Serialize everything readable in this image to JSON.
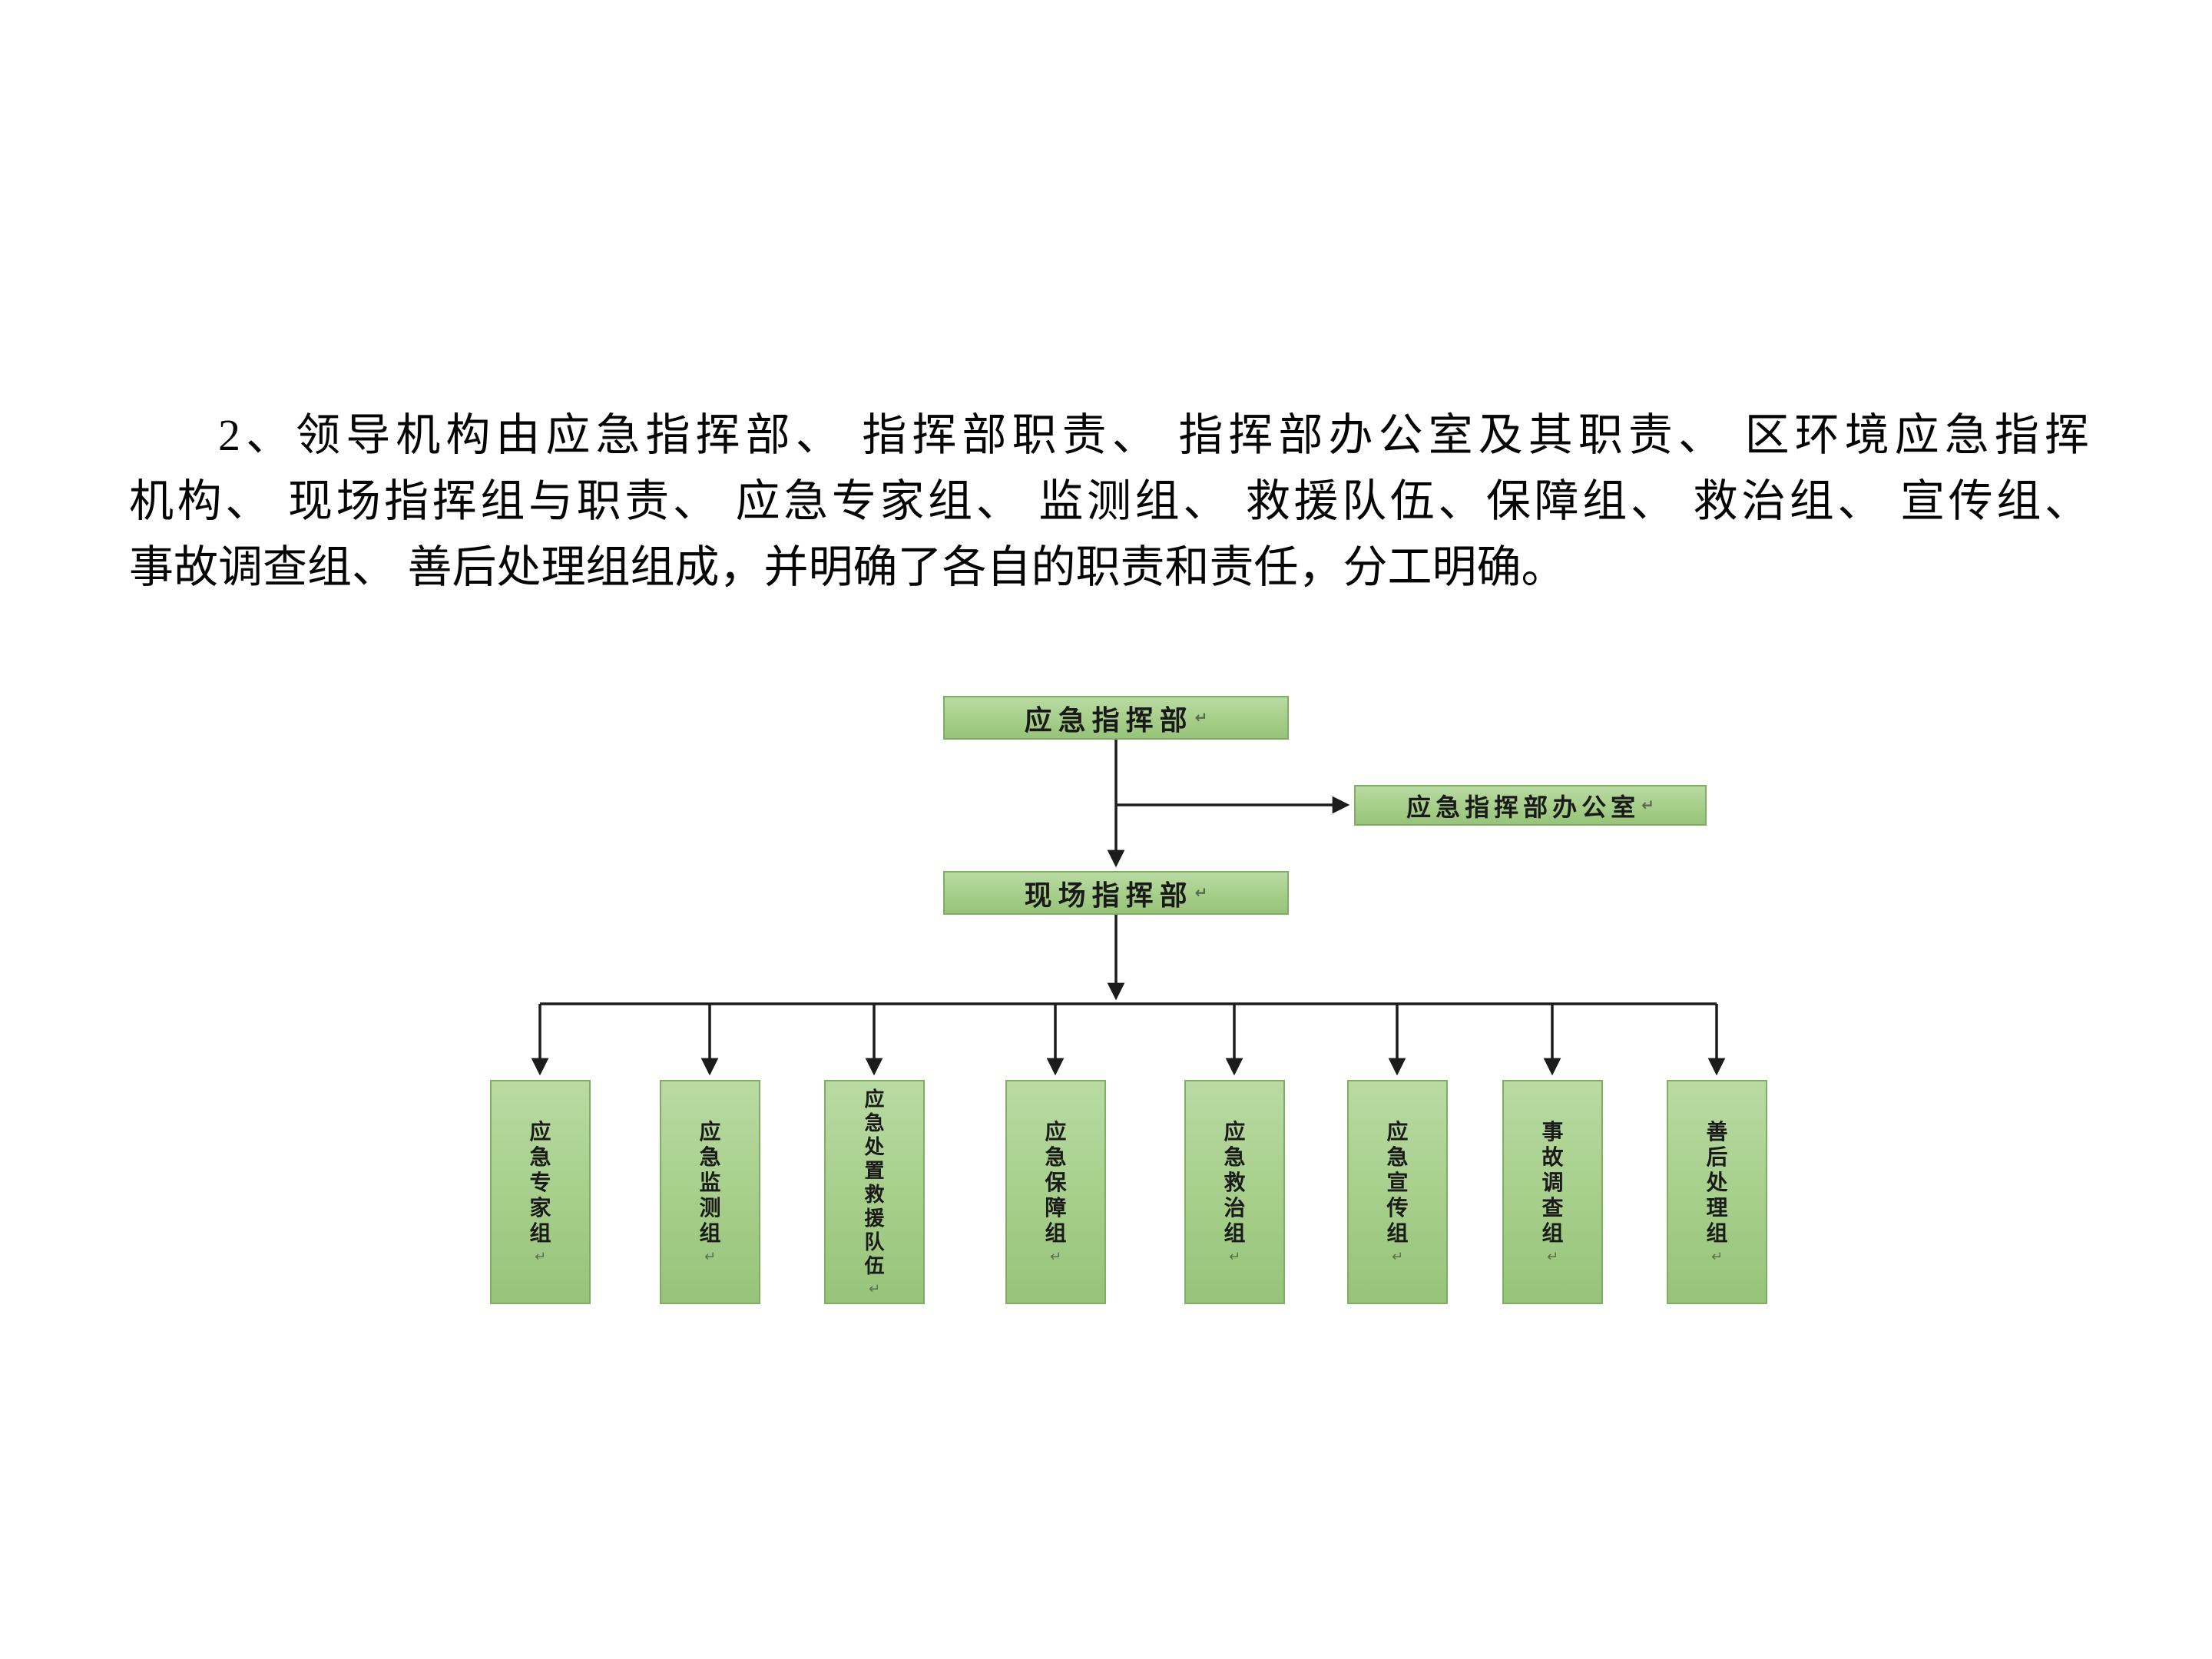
{
  "paragraph": {
    "lines": [
      "2、领导机构由应急指挥部、 指挥部职责、 指挥部办公室及其职责、 区环境应急指挥",
      "机构、 现场指挥组与职责、 应急专家组、 监测组、 救援队伍、保障组、 救治组、 宣传组、",
      "事故调查组、 善后处理组组成，并明确了各自的职责和责任，分工明确。"
    ]
  },
  "diagram": {
    "nodes": {
      "command": "应急指挥部",
      "office": "应急指挥部办公室",
      "field": "现场指挥部"
    },
    "groups": [
      {
        "label": "应急专家组"
      },
      {
        "label": "应急监测组"
      },
      {
        "label": "应急处置救援队伍"
      },
      {
        "label": "应急保障组"
      },
      {
        "label": "应急救治组"
      },
      {
        "label": "应急宣传组"
      },
      {
        "label": "事故调查组"
      },
      {
        "label": "善后处理组"
      }
    ],
    "return_mark": "↵",
    "colors": {
      "box_fill": "#a6ce8a",
      "box_border": "#7fae62",
      "line": "#1c1c1c"
    }
  }
}
